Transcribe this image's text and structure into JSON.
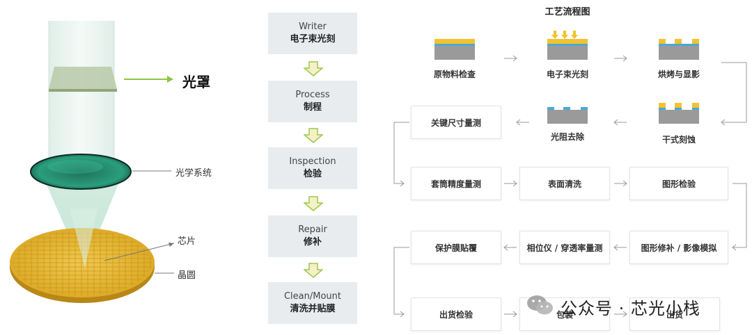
{
  "illustration": {
    "photomask_label": "光罩",
    "optics_label": "光学系统",
    "chip_label": "芯片",
    "wafer_label": "晶圆"
  },
  "steps": [
    {
      "en": "Writer",
      "zh": "电子束光刻"
    },
    {
      "en": "Process",
      "zh": "制程"
    },
    {
      "en": "Inspection",
      "zh": "检验"
    },
    {
      "en": "Repair",
      "zh": "修补"
    },
    {
      "en": "Clean/Mount",
      "zh": "清洗并贴膜"
    }
  ],
  "flow": {
    "title": "工艺流程图",
    "top_row": [
      "原物料检查",
      "电子束光刻",
      "烘烤与显影"
    ],
    "second_row": [
      "光阻去除",
      "干式刻蚀"
    ],
    "cd_box": "关键尺寸量测",
    "row3": [
      "套筒精度量测",
      "表面清洗",
      "图形检验"
    ],
    "row4": [
      "保护膜贴覆",
      "相位仪 / 穿透率量测",
      "图形修补 / 影像模拟"
    ],
    "row5": [
      "出货检验",
      "包装",
      "出货"
    ]
  },
  "watermark": {
    "text": "公众号 · 芯光小栈",
    "icon": "wechat-icon"
  },
  "colors": {
    "step_bg": "#e8ecee",
    "arrow_fill": "#f5f0c8",
    "arrow_stroke": "#9bc84a",
    "wafer_gold": "#e8b830",
    "substrate_gray": "#9a9a9a",
    "resist_blue": "#4aa8d8",
    "beam_green": "#3fae8c"
  }
}
